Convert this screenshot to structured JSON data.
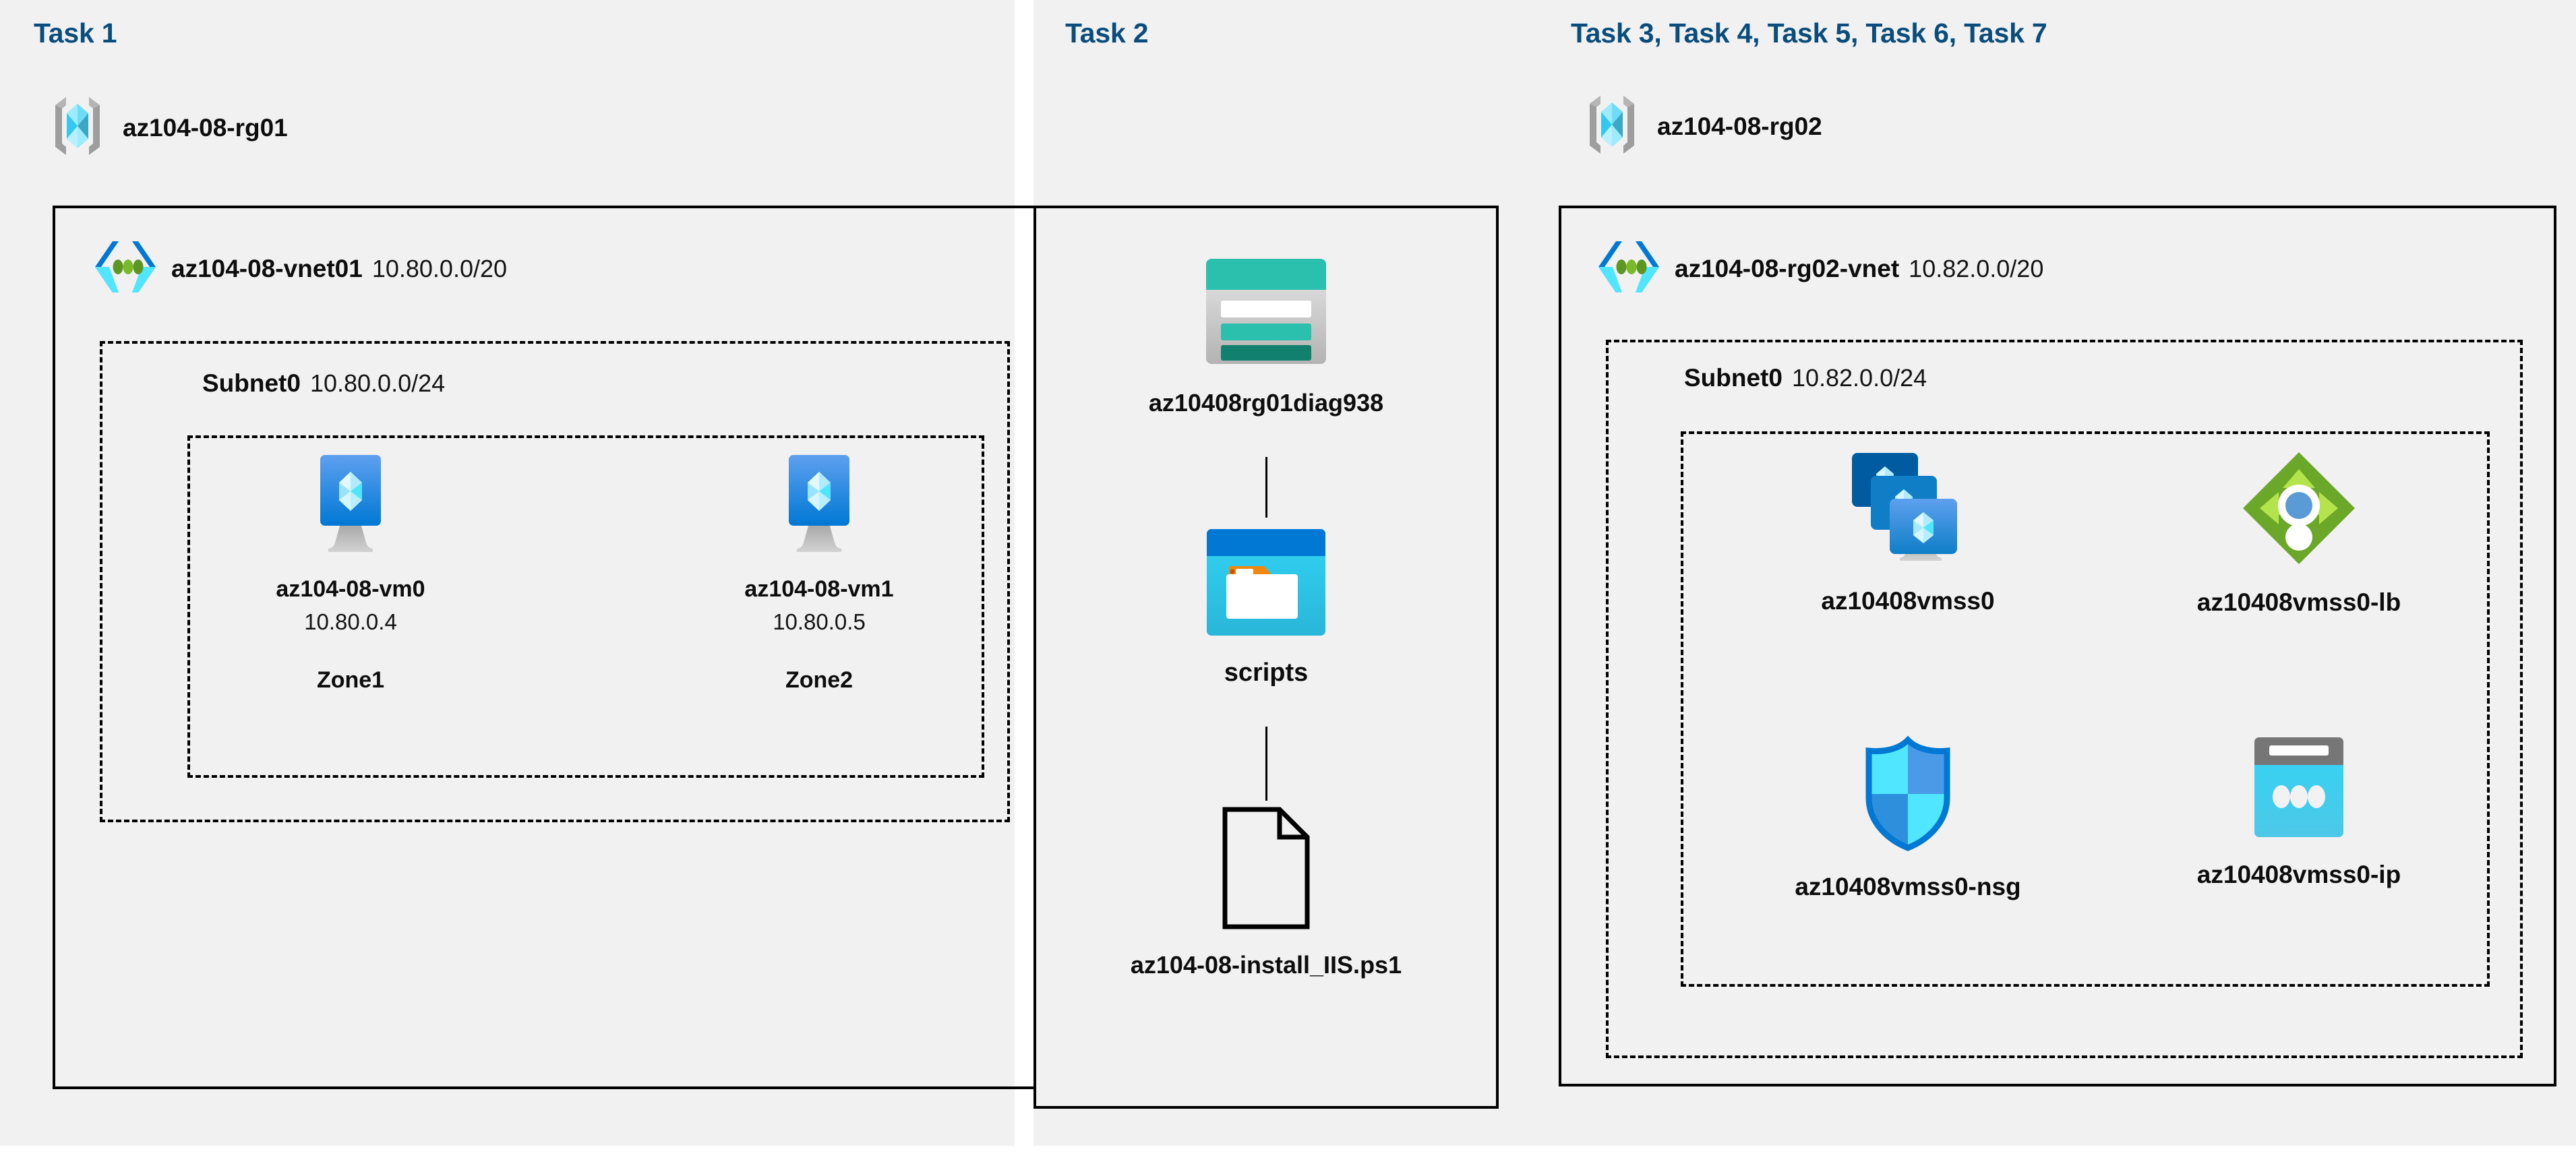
{
  "panels": [
    {
      "id": "task1",
      "title": "Task 1",
      "resource_group": "az104-08-rg01",
      "rg_icon": "resource-group-icon",
      "vnet": {
        "name": "az104-08-vnet01",
        "cidr": "10.80.0.0/20",
        "icon": "virtual-network-icon"
      },
      "subnet": {
        "name": "Subnet0",
        "cidr": "10.80.0.0/24"
      },
      "vms": [
        {
          "name": "az104-08-vm0",
          "ip": "10.80.0.4",
          "zone": "Zone1",
          "icon": "virtual-machine-icon"
        },
        {
          "name": "az104-08-vm1",
          "ip": "10.80.0.5",
          "zone": "Zone2",
          "icon": "virtual-machine-icon"
        }
      ]
    },
    {
      "id": "task2",
      "title": "Task 2",
      "items": [
        {
          "name": "az10408rg01diag938",
          "icon": "storage-account-icon"
        },
        {
          "name": "scripts",
          "icon": "blob-container-icon"
        },
        {
          "name": "az104-08-install_IIS.ps1",
          "icon": "script-file-icon"
        }
      ]
    },
    {
      "id": "task3",
      "title": "Task 3, Task 4, Task 5, Task 6, Task 7",
      "resource_group": "az104-08-rg02",
      "rg_icon": "resource-group-icon",
      "vnet": {
        "name": "az104-08-rg02-vnet",
        "cidr": "10.82.0.0/20",
        "icon": "virtual-network-icon"
      },
      "subnet": {
        "name": "Subnet0",
        "cidr": "10.82.0.0/24"
      },
      "resources": [
        {
          "name": "az10408vmss0",
          "icon": "vm-scale-set-icon"
        },
        {
          "name": "az10408vmss0-lb",
          "icon": "load-balancer-icon"
        },
        {
          "name": "az10408vmss0-nsg",
          "icon": "network-security-group-icon"
        },
        {
          "name": "az10408vmss0-ip",
          "icon": "public-ip-address-icon"
        }
      ]
    }
  ],
  "colors": {
    "title": "#0a4d7c",
    "panel_bg": "#f1f1f1",
    "border": "#000000",
    "azure_blue": "#0078d4",
    "azure_cyan": "#50e6ff",
    "teal": "#2bbfad",
    "green": "#76bc2d"
  }
}
